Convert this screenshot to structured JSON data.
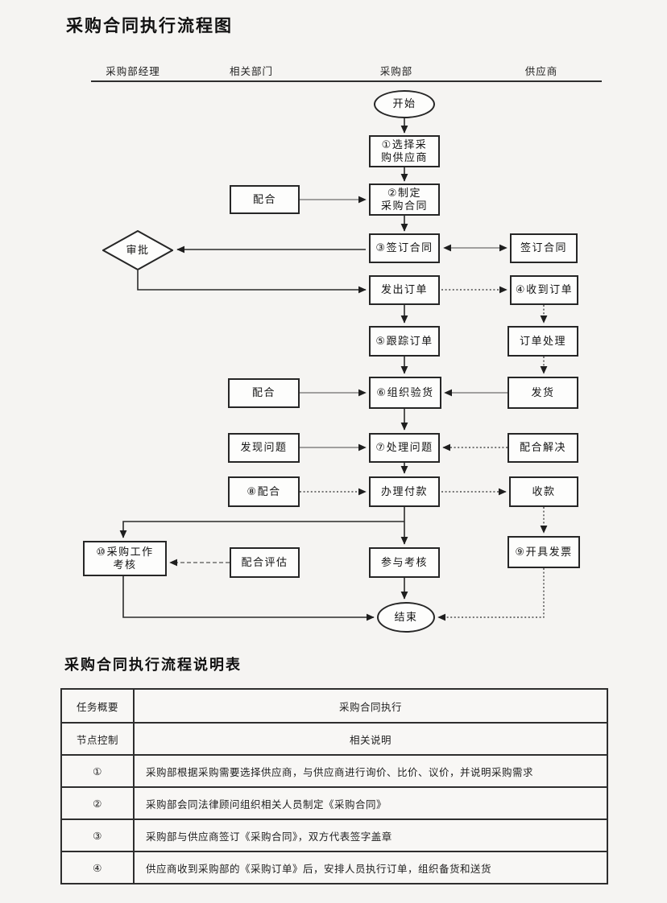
{
  "page_title": "采购合同执行流程图",
  "flowchart": {
    "lanes": [
      "采购部经理",
      "相关部门",
      "采购部",
      "供应商"
    ],
    "nodes": {
      "start": "开始",
      "select_supplier": "①选择采\n购供应商",
      "draft_contract": "②制定\n采购合同",
      "cooperate_draft": "配合",
      "approve": "审批",
      "sign_contract": "③签订合同",
      "supplier_sign": "签订合同",
      "send_order": "发出订单",
      "receive_order": "④收到订单",
      "track_order": "⑤跟踪订单",
      "process_order": "订单处理",
      "inspect_goods": "⑥组织验货",
      "ship_goods": "发货",
      "cooperate_inspect": "配合",
      "find_problem": "发现问题",
      "handle_problem": "⑦处理问题",
      "solve_together": "配合解决",
      "cooperate_pay": "⑧配合",
      "pay": "办理付款",
      "collect_payment": "收款",
      "work_review": "⑩采购工作\n考核",
      "assist_evaluate": "配合评估",
      "join_review": "参与考核",
      "invoice": "⑨开具发票",
      "end": "结束"
    }
  },
  "table": {
    "title": "采购合同执行流程说明表",
    "rows": [
      {
        "key": "任务概要",
        "value": "采购合同执行"
      },
      {
        "key": "节点控制",
        "value": "相关说明"
      },
      {
        "key": "①",
        "value": "采购部根据采购需要选择供应商，与供应商进行询价、比价、议价，并说明采购需求"
      },
      {
        "key": "②",
        "value": "采购部会同法律顾问组织相关人员制定《采购合同》"
      },
      {
        "key": "③",
        "value": "采购部与供应商签订《采购合同》，双方代表签字盖章"
      },
      {
        "key": "④",
        "value": "供应商收到采购部的《采购订单》后，安排人员执行订单，组织备货和送货"
      }
    ]
  }
}
